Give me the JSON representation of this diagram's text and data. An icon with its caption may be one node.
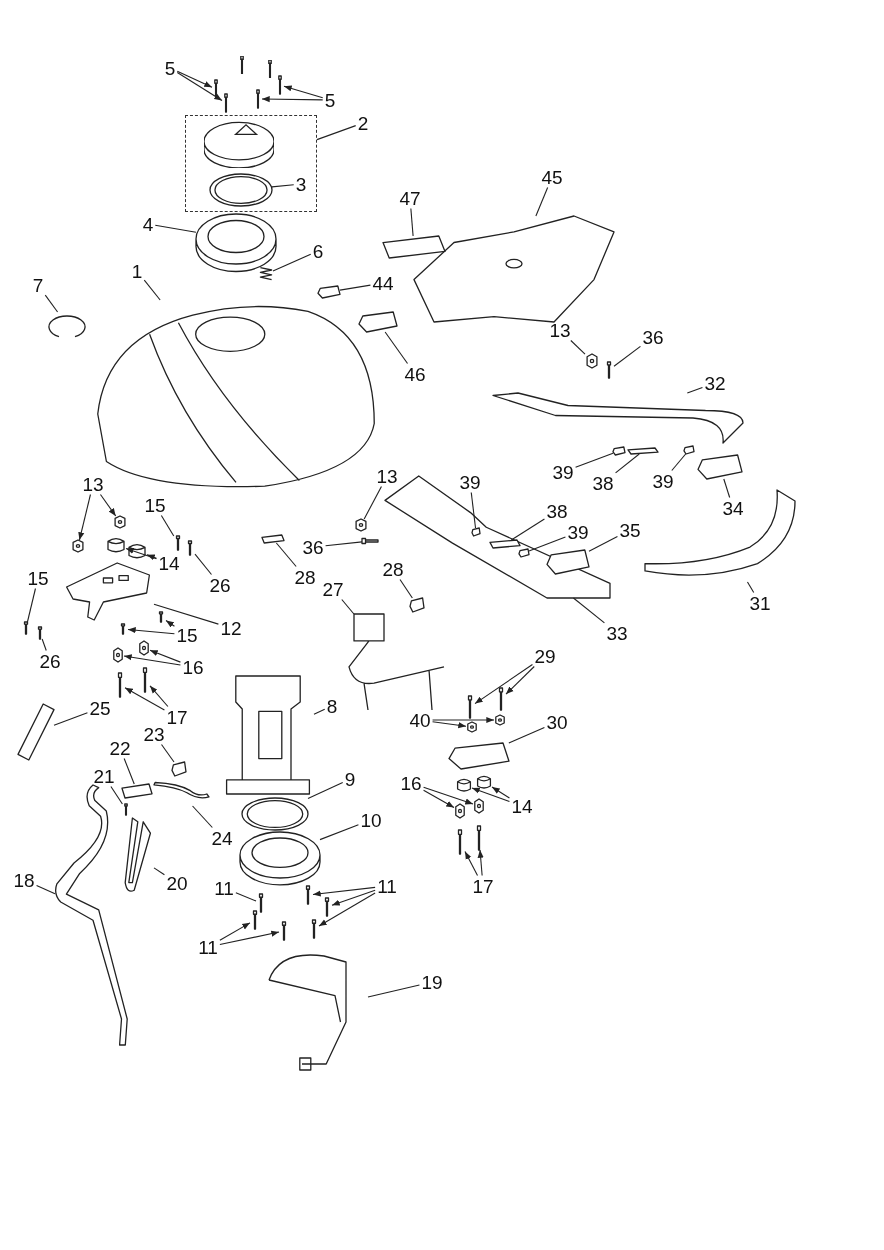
{
  "diagram": {
    "nodes": [
      {
        "text": [
          "5"
        ]
      },
      {
        "text": [],
        "shape": "picture"
      },
      {
        "text": [],
        "shape": "picture"
      },
      {
        "text": [
          "5"
        ]
      },
      {
        "text": [],
        "shape": "picture"
      },
      {
        "text": [],
        "shape": "picture"
      },
      {
        "text": [
          "2"
        ]
      },
      {
        "text": [],
        "shape": "box"
      },
      {
        "text": [
          "3"
        ],
        "in": 7
      },
      {
        "text": [],
        "shape": "circle",
        "in": 7
      },
      {
        "text": [
          "4"
        ]
      },
      {
        "text": [],
        "shape": "picture"
      },
      {
        "text": [
          "6"
        ]
      },
      {
        "text": [],
        "shape": "picture"
      },
      {
        "text": [
          "7"
        ]
      },
      {
        "text": [],
        "shape": "picture"
      },
      {
        "text": [
          "1"
        ]
      },
      {
        "text": [],
        "shape": "picture"
      },
      {
        "text": [
          "47"
        ]
      },
      {
        "text": [],
        "shape": "picture"
      },
      {
        "text": [
          "45"
        ]
      },
      {
        "text": [],
        "shape": "picture"
      },
      {
        "text": [
          "44"
        ]
      },
      {
        "text": [],
        "shape": "picture"
      },
      {
        "text": [
          "46"
        ]
      },
      {
        "text": [],
        "shape": "picture"
      },
      {
        "text": [
          "13"
        ]
      },
      {
        "text": [],
        "shape": "picture"
      },
      {
        "text": [
          "36"
        ]
      },
      {
        "text": [],
        "shape": "picture"
      },
      {
        "text": [
          "32"
        ]
      },
      {
        "text": [],
        "shape": "picture"
      },
      {
        "text": [
          "39"
        ]
      },
      {
        "text": [],
        "shape": "box"
      },
      {
        "text": [
          "38"
        ]
      },
      {
        "text": [],
        "shape": "box"
      },
      {
        "text": [
          "39"
        ]
      },
      {
        "text": [],
        "shape": "box"
      },
      {
        "text": [
          "34"
        ]
      },
      {
        "text": [],
        "shape": "picture"
      },
      {
        "text": [
          "13"
        ]
      },
      {
        "text": [],
        "shape": "picture"
      },
      {
        "text": [],
        "shape": "picture"
      },
      {
        "text": [
          "15"
        ]
      },
      {
        "text": [],
        "shape": "picture"
      },
      {
        "text": [
          "14"
        ]
      },
      {
        "text": [],
        "shape": "picture"
      },
      {
        "text": [],
        "shape": "picture"
      },
      {
        "text": [
          "26"
        ]
      },
      {
        "text": [],
        "shape": "picture"
      },
      {
        "text": [
          "13"
        ]
      },
      {
        "text": [],
        "shape": "picture"
      },
      {
        "text": [
          "36"
        ]
      },
      {
        "text": [],
        "shape": "picture"
      },
      {
        "text": [
          "39"
        ]
      },
      {
        "text": [],
        "shape": "box",
        "in": 65
      },
      {
        "text": [
          "38"
        ]
      },
      {
        "text": [],
        "shape": "box",
        "in": 65
      },
      {
        "text": [
          "39"
        ]
      },
      {
        "text": [],
        "shape": "box",
        "in": 65
      },
      {
        "text": [
          "35"
        ]
      },
      {
        "text": [],
        "shape": "picture",
        "in": 65
      },
      {
        "text": [
          "31"
        ]
      },
      {
        "text": [],
        "shape": "picture"
      },
      {
        "text": [
          "33"
        ]
      },
      {
        "text": [],
        "shape": "picture"
      },
      {
        "text": [
          "28"
        ]
      },
      {
        "text": [],
        "shape": "box"
      },
      {
        "text": [
          "28"
        ]
      },
      {
        "text": [],
        "shape": "picture"
      },
      {
        "text": [
          "27"
        ]
      },
      {
        "text": [],
        "shape": "picture"
      },
      {
        "text": [
          "15"
        ]
      },
      {
        "text": [],
        "shape": "picture"
      },
      {
        "text": [
          "26"
        ]
      },
      {
        "text": [],
        "shape": "picture"
      },
      {
        "text": [
          "12"
        ]
      },
      {
        "text": [],
        "shape": "picture"
      },
      {
        "text": [
          "15"
        ]
      },
      {
        "text": [],
        "shape": "picture"
      },
      {
        "text": [],
        "shape": "picture"
      },
      {
        "text": [
          "16"
        ]
      },
      {
        "text": [],
        "shape": "picture"
      },
      {
        "text": [],
        "shape": "picture"
      },
      {
        "text": [
          "17"
        ]
      },
      {
        "text": [],
        "shape": "picture"
      },
      {
        "text": [],
        "shape": "picture"
      },
      {
        "text": [
          "25"
        ]
      },
      {
        "text": [],
        "shape": "picture"
      },
      {
        "text": [
          "8"
        ]
      },
      {
        "text": [],
        "shape": "picture"
      },
      {
        "text": [
          "29"
        ]
      },
      {
        "text": [],
        "shape": "picture"
      },
      {
        "text": [],
        "shape": "picture"
      },
      {
        "text": [
          "40"
        ]
      },
      {
        "text": [],
        "shape": "picture"
      },
      {
        "text": [],
        "shape": "picture"
      },
      {
        "text": [
          "30"
        ]
      },
      {
        "text": [],
        "shape": "picture"
      },
      {
        "text": [
          "23"
        ]
      },
      {
        "text": [],
        "shape": "picture"
      },
      {
        "text": [
          "22"
        ]
      },
      {
        "text": [],
        "shape": "box"
      },
      {
        "text": [
          "21"
        ]
      },
      {
        "text": [],
        "shape": "picture"
      },
      {
        "text": [
          "24"
        ]
      },
      {
        "text": [],
        "shape": "picture"
      },
      {
        "text": [
          "9"
        ]
      },
      {
        "text": [],
        "shape": "circle"
      },
      {
        "text": [
          "10"
        ]
      },
      {
        "text": [],
        "shape": "picture"
      },
      {
        "text": [
          "16"
        ]
      },
      {
        "text": [],
        "shape": "picture"
      },
      {
        "text": [],
        "shape": "picture"
      },
      {
        "text": [
          "14"
        ]
      },
      {
        "text": [],
        "shape": "picture"
      },
      {
        "text": [],
        "shape": "picture"
      },
      {
        "text": [
          "17"
        ]
      },
      {
        "text": [],
        "shape": "picture"
      },
      {
        "text": [],
        "shape": "picture"
      },
      {
        "text": [
          "18"
        ]
      },
      {
        "text": [],
        "shape": "picture"
      },
      {
        "text": [
          "20"
        ]
      },
      {
        "text": [],
        "shape": "picture"
      },
      {
        "text": [
          "11"
        ]
      },
      {
        "text": [],
        "shape": "picture"
      },
      {
        "text": [
          "11"
        ]
      },
      {
        "text": [],
        "shape": "picture"
      },
      {
        "text": [],
        "shape": "picture"
      },
      {
        "text": [],
        "shape": "picture"
      },
      {
        "text": [
          "11"
        ]
      },
      {
        "text": [],
        "shape": "picture"
      },
      {
        "text": [],
        "shape": "picture"
      },
      {
        "text": [
          "19"
        ]
      },
      {
        "text": [],
        "shape": "picture"
      }
    ],
    "edges": [
      {
        "from": 0,
        "to": 1,
        "arrow": "to"
      },
      {
        "from": 0,
        "to": 2,
        "arrow": "to"
      },
      {
        "from": 3,
        "to": 4,
        "arrow": "to"
      },
      {
        "from": 3,
        "to": 5,
        "arrow": "to"
      },
      {
        "from": 6,
        "to": 7,
        "arrow": "none"
      },
      {
        "from": 8,
        "to": 9,
        "arrow": "none"
      },
      {
        "from": 10,
        "to": 11,
        "arrow": "none"
      },
      {
        "from": 12,
        "to": 13,
        "arrow": "none"
      },
      {
        "from": 14,
        "to": 15,
        "arrow": "none"
      },
      {
        "from": 16,
        "to": 17,
        "arrow": "none"
      },
      {
        "from": 18,
        "to": 19,
        "arrow": "none"
      },
      {
        "from": 20,
        "to": 21,
        "arrow": "none"
      },
      {
        "from": 22,
        "to": 23,
        "arrow": "none"
      },
      {
        "from": 24,
        "to": 25,
        "arrow": "none"
      },
      {
        "from": 26,
        "to": 27,
        "arrow": "none"
      },
      {
        "from": 28,
        "to": 29,
        "arrow": "none"
      },
      {
        "from": 30,
        "to": 31,
        "arrow": "none"
      },
      {
        "from": 32,
        "to": 33,
        "arrow": "none"
      },
      {
        "from": 34,
        "to": 35,
        "arrow": "none"
      },
      {
        "from": 36,
        "to": 37,
        "arrow": "none"
      },
      {
        "from": 38,
        "to": 39,
        "arrow": "none"
      },
      {
        "from": 40,
        "to": 41,
        "arrow": "to"
      },
      {
        "from": 40,
        "to": 42,
        "arrow": "to"
      },
      {
        "from": 43,
        "to": 44,
        "arrow": "none"
      },
      {
        "from": 45,
        "to": 46,
        "arrow": "to"
      },
      {
        "from": 45,
        "to": 47,
        "arrow": "to"
      },
      {
        "from": 48,
        "to": 49,
        "arrow": "none"
      },
      {
        "from": 50,
        "to": 51,
        "arrow": "none"
      },
      {
        "from": 52,
        "to": 53,
        "arrow": "none"
      },
      {
        "from": 54,
        "to": 55,
        "arrow": "none"
      },
      {
        "from": 56,
        "to": 57,
        "arrow": "none"
      },
      {
        "from": 58,
        "to": 59,
        "arrow": "none"
      },
      {
        "from": 60,
        "to": 61,
        "arrow": "none"
      },
      {
        "from": 62,
        "to": 63,
        "arrow": "none"
      },
      {
        "from": 64,
        "to": 65,
        "arrow": "none"
      },
      {
        "from": 66,
        "to": 67,
        "arrow": "none"
      },
      {
        "from": 68,
        "to": 69,
        "arrow": "none"
      },
      {
        "from": 70,
        "to": 71,
        "arrow": "none"
      },
      {
        "from": 72,
        "to": 73,
        "arrow": "none"
      },
      {
        "from": 74,
        "to": 75,
        "arrow": "none"
      },
      {
        "from": 76,
        "to": 77,
        "arrow": "none"
      },
      {
        "from": 78,
        "to": 79,
        "arrow": "to"
      },
      {
        "from": 78,
        "to": 80,
        "arrow": "to"
      },
      {
        "from": 81,
        "to": 82,
        "arrow": "to"
      },
      {
        "from": 81,
        "to": 83,
        "arrow": "to"
      },
      {
        "from": 84,
        "to": 85,
        "arrow": "to"
      },
      {
        "from": 84,
        "to": 86,
        "arrow": "to"
      },
      {
        "from": 87,
        "to": 88,
        "arrow": "none"
      },
      {
        "from": 89,
        "to": 90,
        "arrow": "none"
      },
      {
        "from": 91,
        "to": 92,
        "arrow": "to"
      },
      {
        "from": 91,
        "to": 93,
        "arrow": "to"
      },
      {
        "from": 94,
        "to": 95,
        "arrow": "to"
      },
      {
        "from": 94,
        "to": 96,
        "arrow": "to"
      },
      {
        "from": 97,
        "to": 98,
        "arrow": "none"
      },
      {
        "from": 99,
        "to": 100,
        "arrow": "none"
      },
      {
        "from": 101,
        "to": 102,
        "arrow": "none"
      },
      {
        "from": 103,
        "to": 104,
        "arrow": "none"
      },
      {
        "from": 105,
        "to": 106,
        "arrow": "none"
      },
      {
        "from": 107,
        "to": 108,
        "arrow": "none"
      },
      {
        "from": 109,
        "to": 110,
        "arrow": "none"
      },
      {
        "from": 111,
        "to": 112,
        "arrow": "to"
      },
      {
        "from": 111,
        "to": 113,
        "arrow": "to"
      },
      {
        "from": 114,
        "to": 115,
        "arrow": "to"
      },
      {
        "from": 114,
        "to": 116,
        "arrow": "to"
      },
      {
        "from": 117,
        "to": 118,
        "arrow": "to"
      },
      {
        "from": 117,
        "to": 119,
        "arrow": "to"
      },
      {
        "from": 120,
        "to": 121,
        "arrow": "none"
      },
      {
        "from": 122,
        "to": 123,
        "arrow": "none"
      },
      {
        "from": 124,
        "to": 125,
        "arrow": "none"
      },
      {
        "from": 126,
        "to": 127,
        "arrow": "to"
      },
      {
        "from": 126,
        "to": 128,
        "arrow": "to"
      },
      {
        "from": 126,
        "to": 129,
        "arrow": "to"
      },
      {
        "from": 130,
        "to": 131,
        "arrow": "to"
      },
      {
        "from": 130,
        "to": 132,
        "arrow": "to"
      },
      {
        "from": 133,
        "to": 134,
        "arrow": "none"
      }
    ]
  }
}
